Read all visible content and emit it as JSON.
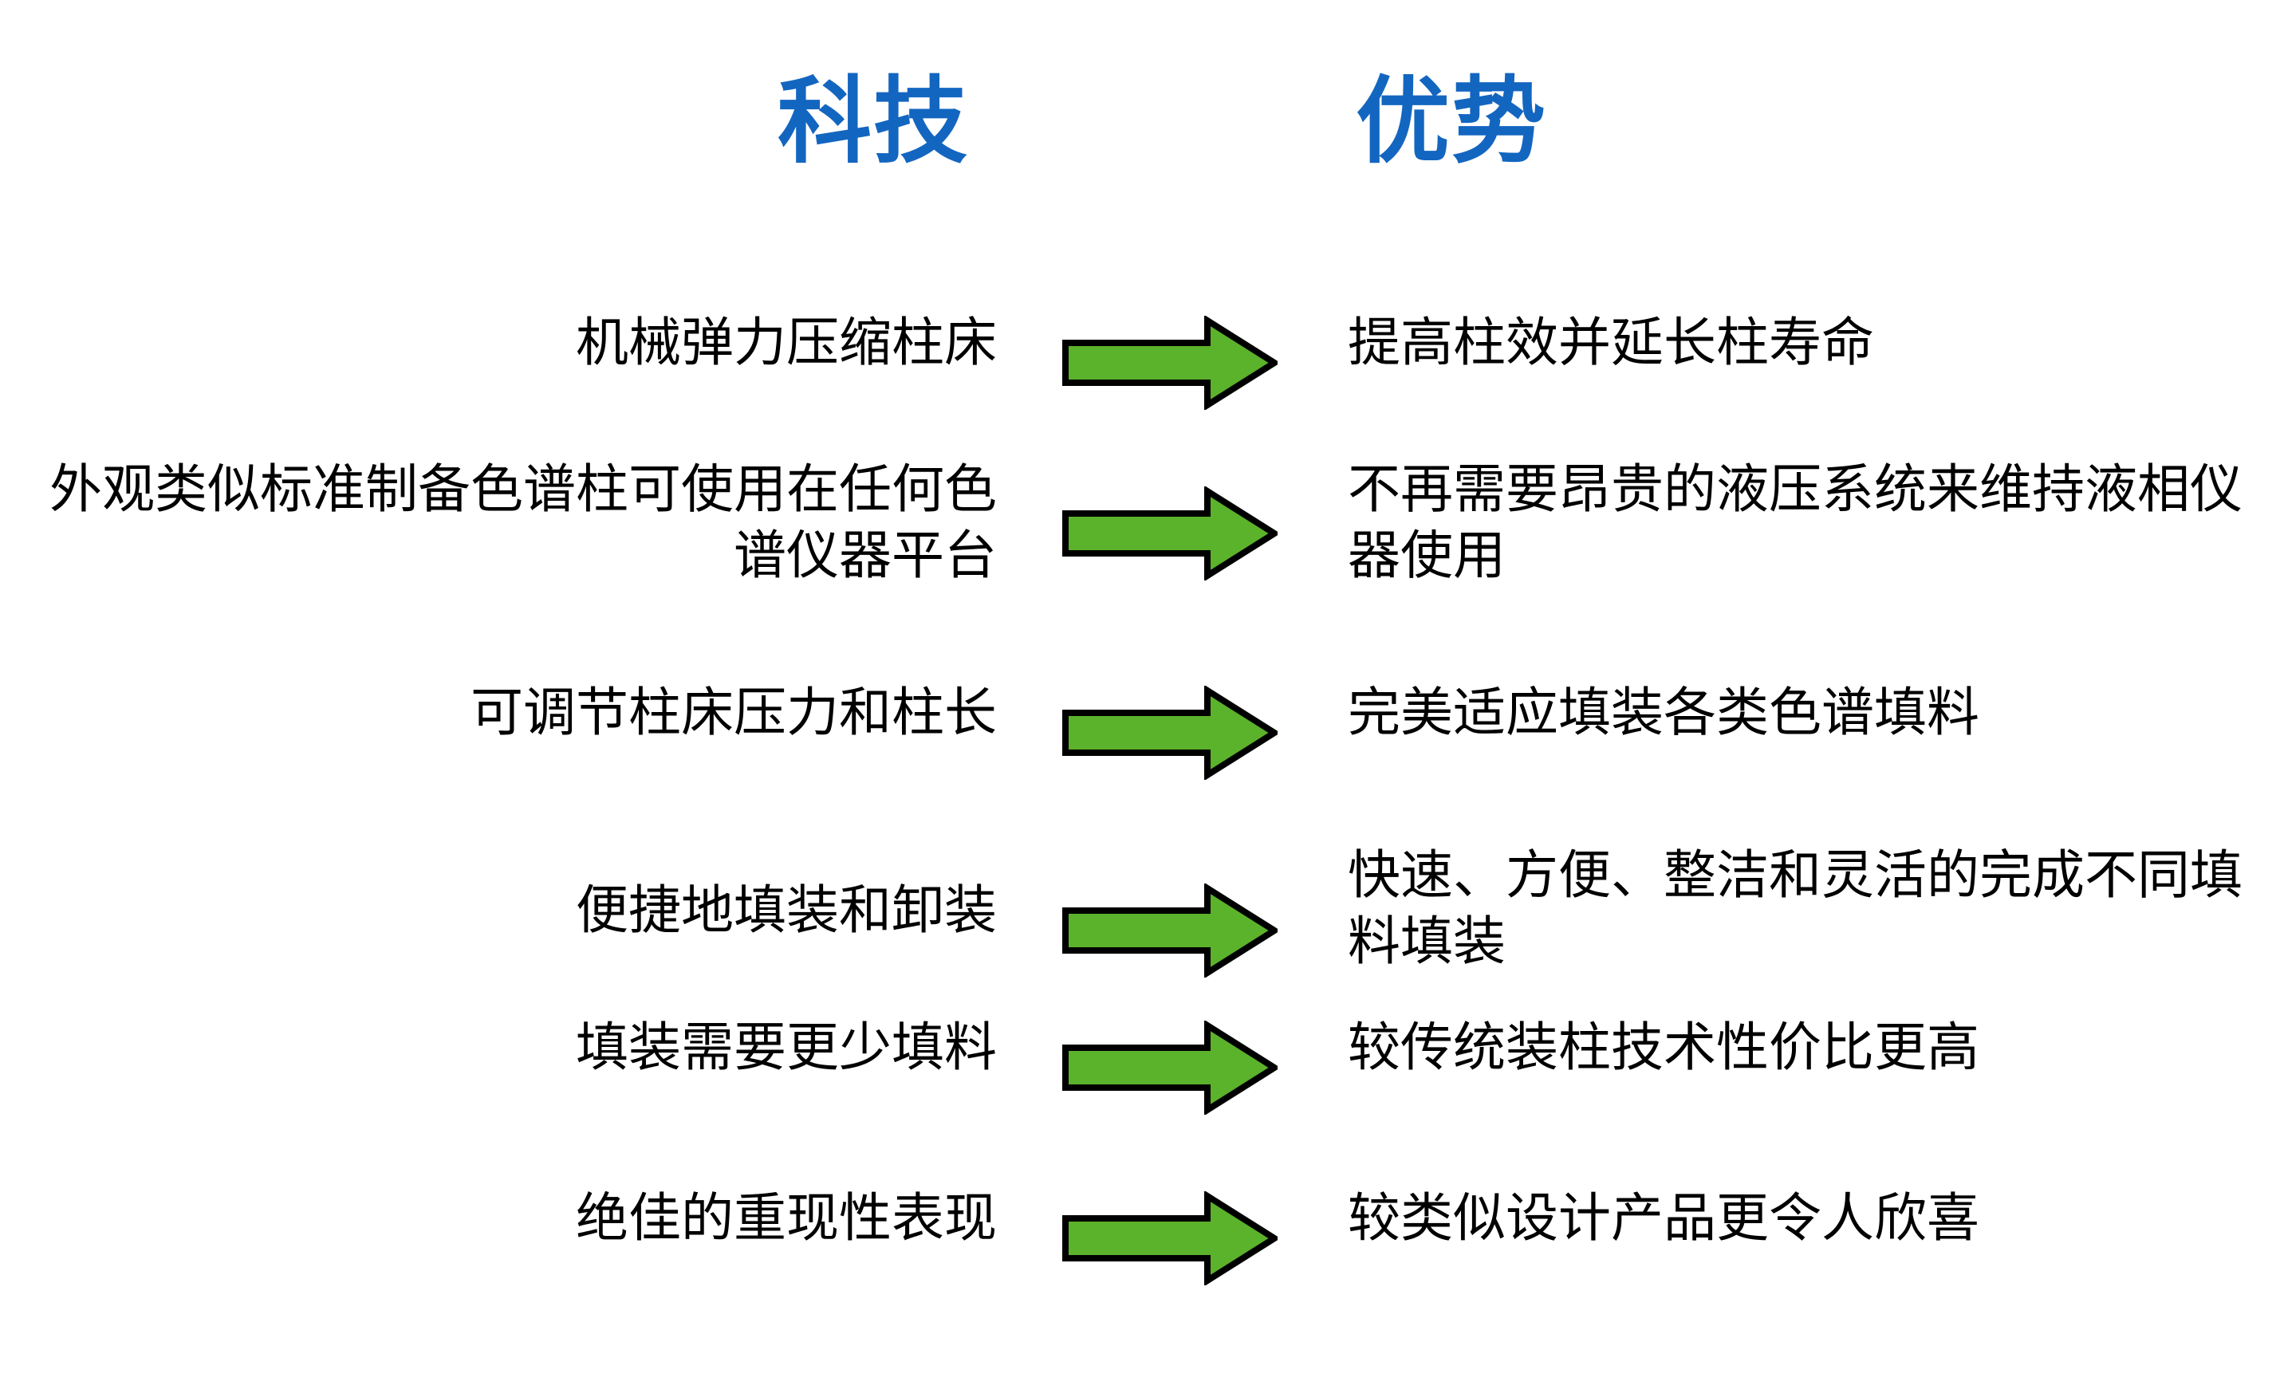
{
  "slide": {
    "background_color": "#ffffff",
    "accent_blue": "#1366c0",
    "arrow_fill": "#5bb22b",
    "arrow_stroke": "#000000",
    "text_color": "#000000"
  },
  "headers": {
    "left": "科技",
    "right": "优势"
  },
  "rows": [
    {
      "technology": "机械弹力压缩柱床",
      "advantage": "提高柱效并延长柱寿命",
      "arrow": "right-arrow-icon"
    },
    {
      "technology": "外观类似标准制备色谱柱可使用在任何色谱仪器平台",
      "advantage": "不再需要昂贵的液压系统来维持液相仪器使用",
      "arrow": "right-arrow-icon"
    },
    {
      "technology": "可调节柱床压力和柱长",
      "advantage": "完美适应填装各类色谱填料",
      "arrow": "right-arrow-icon"
    },
    {
      "technology": "便捷地填装和卸装",
      "advantage": "快速、方便、整洁和灵活的完成不同填料填装",
      "arrow": "right-arrow-icon"
    },
    {
      "technology": "填装需要更少填料",
      "advantage": "较传统装柱技术性价比更高",
      "arrow": "right-arrow-icon"
    },
    {
      "technology": "绝佳的重现性表现",
      "advantage": "较类似设计产品更令人欣喜",
      "arrow": "right-arrow-icon"
    }
  ]
}
